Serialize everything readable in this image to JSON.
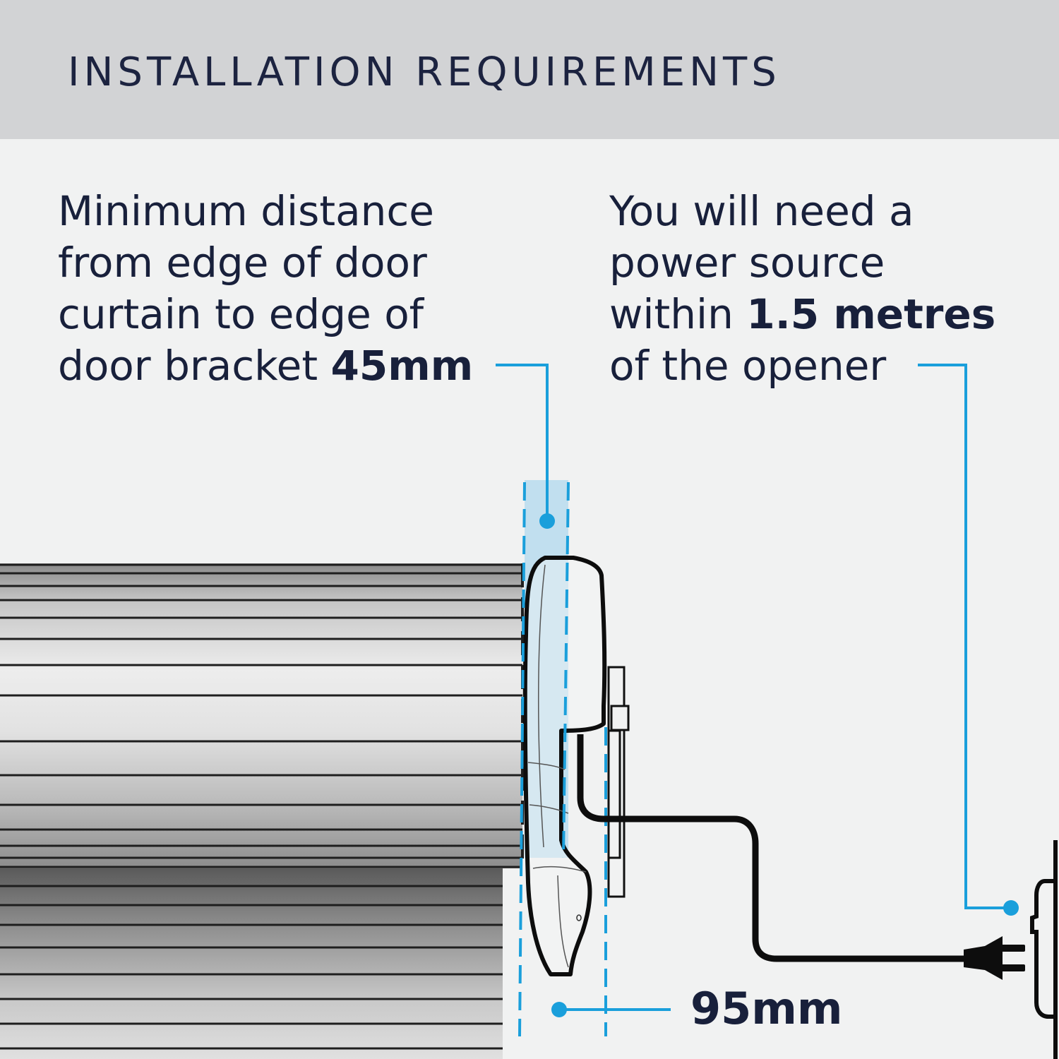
{
  "header": {
    "title": "INSTALLATION REQUIREMENTS"
  },
  "left_caption": {
    "lines": [
      "Minimum distance",
      "from edge of door",
      "curtain to edge of",
      "door bracket "
    ],
    "highlight": "45mm"
  },
  "right_caption": {
    "line1": "You will need a",
    "line2": "power source",
    "line3_prefix": "within ",
    "highlight": "1.5 metres",
    "line4": "of the opener"
  },
  "measurement": {
    "label": "95mm"
  },
  "colors": {
    "header_bg": "#d2d3d5",
    "page_bg": "#f1f2f2",
    "text": "#18203b",
    "accent_blue": "#1a9fdb",
    "highlight_fill": "#b9dcef",
    "outline": "#111111"
  },
  "icons": [
    "garage-door-roll",
    "door-opener-motor",
    "power-cable",
    "plug",
    "wall-socket"
  ]
}
